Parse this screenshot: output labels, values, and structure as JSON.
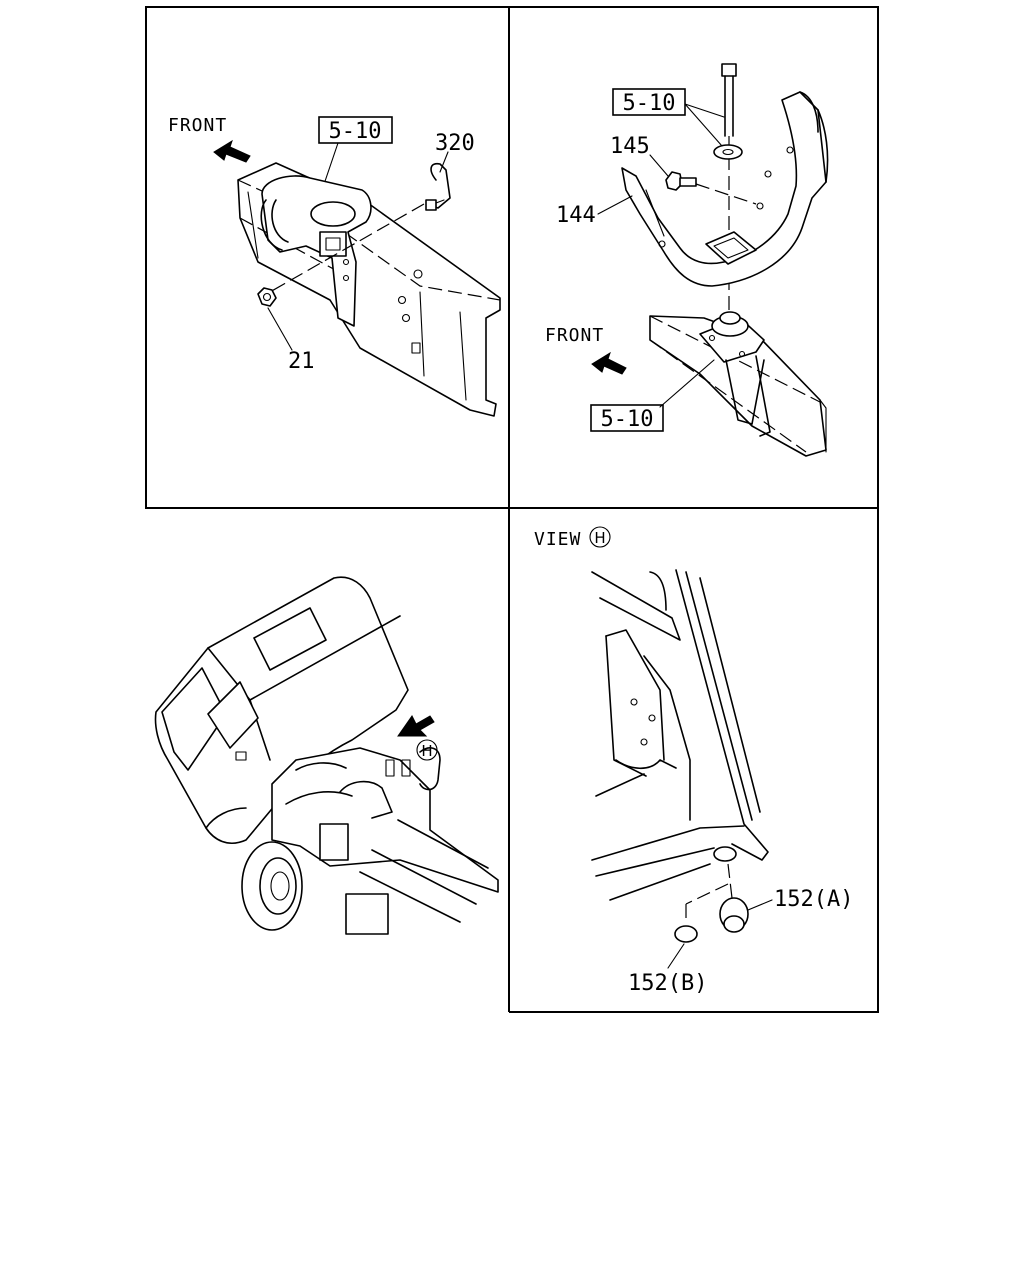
{
  "panels": {
    "top_left": {
      "front_label": "FRONT",
      "ref_box": "5-10",
      "callouts": [
        "320",
        "21"
      ]
    },
    "top_right": {
      "front_label": "FRONT",
      "ref_box_top": "5-10",
      "ref_box_bottom": "5-10",
      "callouts": [
        "145",
        "144"
      ]
    },
    "bottom_left": {
      "view_marker": "H"
    },
    "bottom_right": {
      "view_label": "VIEW",
      "view_marker": "H",
      "callouts": [
        "152(A)",
        "152(B)"
      ]
    }
  },
  "icons": [
    "front-arrow-icon",
    "view-direction-arrow-icon",
    "circled-letter-h-icon"
  ]
}
